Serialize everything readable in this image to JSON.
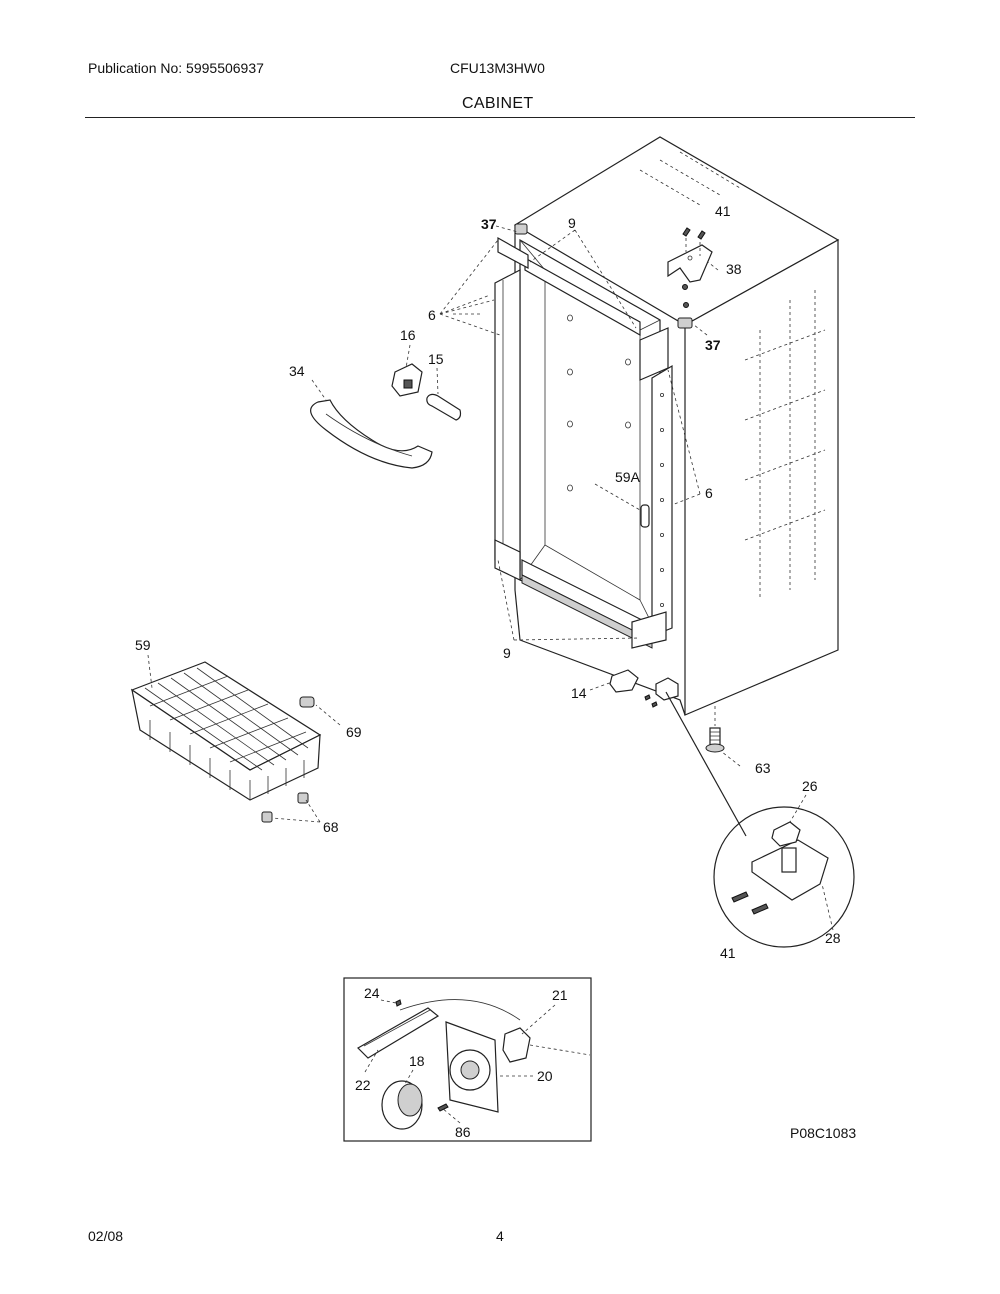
{
  "header": {
    "publication": "Publication No: 5995506937",
    "model": "CFU13M3HW0",
    "section_title": "CABINET"
  },
  "footer": {
    "date": "02/08",
    "page": "4"
  },
  "diagram": {
    "drawing_code": "P08C1083",
    "callouts": {
      "c37a": "37",
      "c9a": "9",
      "c41a": "41",
      "c38": "38",
      "c37b": "37",
      "c6a": "6",
      "c16": "16",
      "c15": "15",
      "c34": "34",
      "c59a": "59A",
      "c6b": "6",
      "c59": "59",
      "c69": "69",
      "c9b": "9",
      "c14": "14",
      "c63": "63",
      "c26": "26",
      "c68": "68",
      "c28": "28",
      "c41b": "41",
      "c24": "24",
      "c21": "21",
      "c18": "18",
      "c22": "22",
      "c20": "20",
      "c86": "86"
    }
  }
}
